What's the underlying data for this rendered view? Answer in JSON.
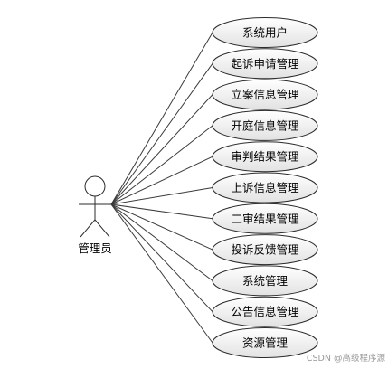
{
  "actor": {
    "label": "管理员"
  },
  "use_cases": [
    {
      "label": "系统用户"
    },
    {
      "label": "起诉申请管理"
    },
    {
      "label": "立案信息管理"
    },
    {
      "label": "开庭信息管理"
    },
    {
      "label": "审判结果管理"
    },
    {
      "label": "上诉信息管理"
    },
    {
      "label": "二审结果管理"
    },
    {
      "label": "投诉反馈管理"
    },
    {
      "label": "系统管理"
    },
    {
      "label": "公告信息管理"
    },
    {
      "label": "资源管理"
    }
  ],
  "watermark": "CSDN @高级程序源",
  "colors": {
    "ellipse_top": "#ffffff",
    "ellipse_bottom": "#e2e2e2",
    "stroke": "#2b2b2b"
  }
}
